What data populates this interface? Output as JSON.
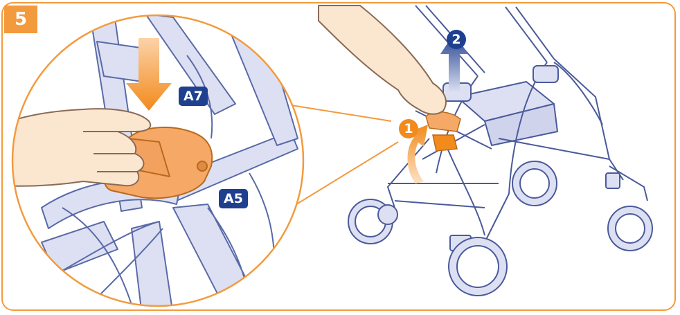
{
  "step": {
    "number": "5"
  },
  "callouts": {
    "a7": "A7",
    "a5": "A5"
  },
  "actions": {
    "first": "1",
    "second": "2"
  },
  "colors": {
    "accent": "#f39a3d",
    "frame": "#f39a3d",
    "label_bg": "#1f3f8f",
    "frame_lines": "#5a6aa8",
    "frame_fill": "#dde0f2",
    "skin": "#fbe6d0"
  }
}
